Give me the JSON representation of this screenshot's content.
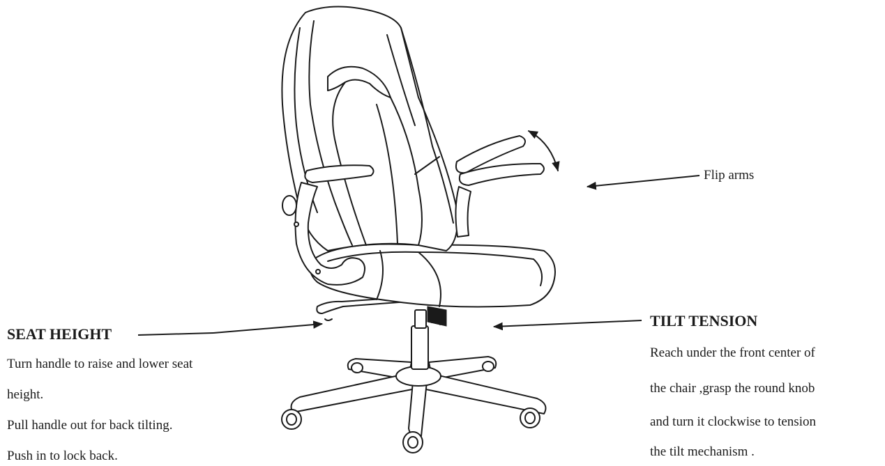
{
  "labels": {
    "flip_arms": "Flip arms",
    "seat_height": {
      "title": "SEAT HEIGHT",
      "lines": [
        "Turn handle to raise and lower seat",
        "height.",
        "Pull handle out for back tilting.",
        "Push in to lock back."
      ]
    },
    "tilt_tension": {
      "title": "TILT TENSION",
      "lines": [
        "Reach under the front center of",
        "the chair ,grasp the round knob",
        "and turn it clockwise to tension",
        "the tilt mechanism ."
      ]
    }
  },
  "colors": {
    "ink": "#1a1a1a",
    "background": "#ffffff"
  }
}
